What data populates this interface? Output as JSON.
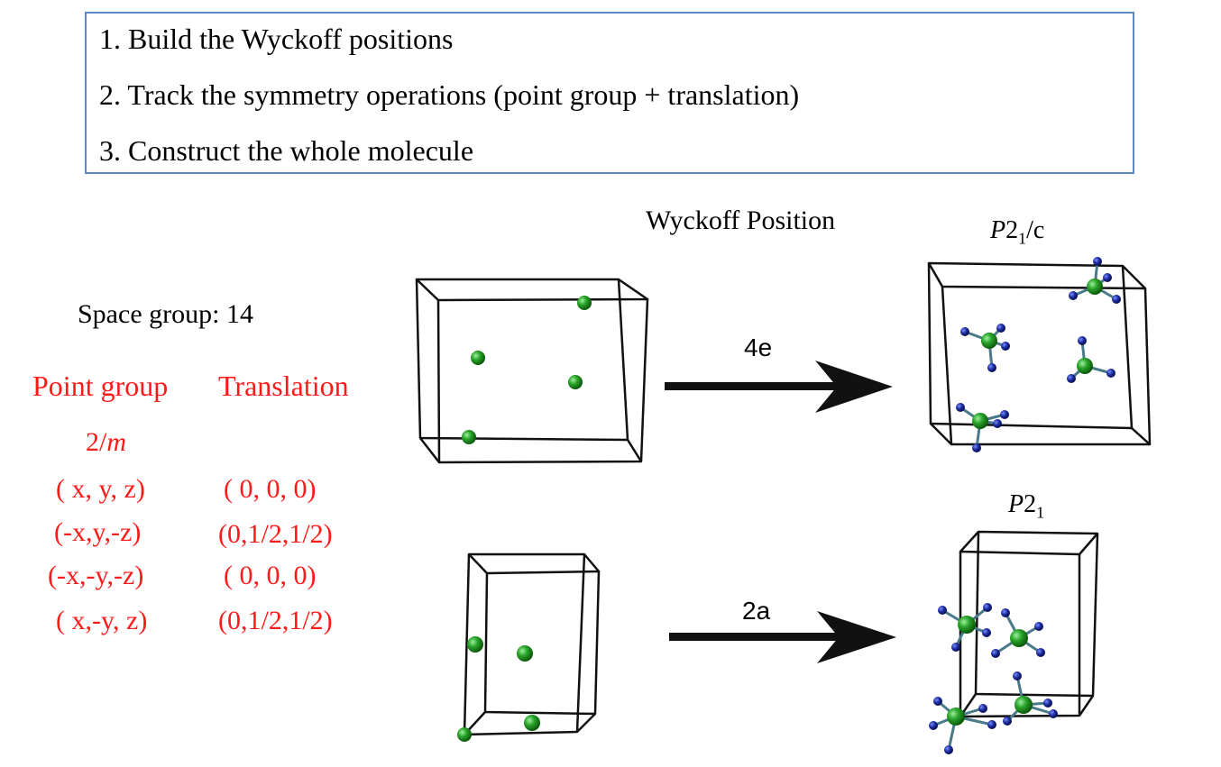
{
  "steps": [
    "1. Build the Wyckoff positions",
    "2. Track the symmetry operations (point group + translation)",
    "3. Construct the whole molecule"
  ],
  "header": {
    "wyckoff_title": "Wyckoff Position",
    "space_group_label": "Space group: 14"
  },
  "symmetry_table": {
    "point_group_header": "Point group",
    "translation_header": "Translation",
    "point_group_symbol": "2/",
    "point_group_symbol_italic": "m",
    "operations": [
      "( x, y, z)",
      "(-x,y,-z)",
      "(-x,-y,-z)",
      "( x,-y, z)"
    ],
    "translations": [
      "( 0,  0,  0)",
      "(0,1/2,1/2)",
      "( 0,  0,  0)",
      "(0,1/2,1/2)"
    ]
  },
  "transitions": [
    {
      "wyckoff": "4e",
      "result_group_italic": "P",
      "result_group_digit": "2",
      "result_group_sub": "1",
      "result_group_suffix": "/c"
    },
    {
      "wyckoff": "2a",
      "result_group_italic": "P",
      "result_group_digit": "2",
      "result_group_sub": "1",
      "result_group_suffix": ""
    }
  ],
  "colors": {
    "box_border": "#5b87c6",
    "table_text": "#ff1a1a",
    "atom_green": "#2aa52a",
    "atom_blue": "#1a2a9c",
    "bond": "#4a7a8a"
  }
}
